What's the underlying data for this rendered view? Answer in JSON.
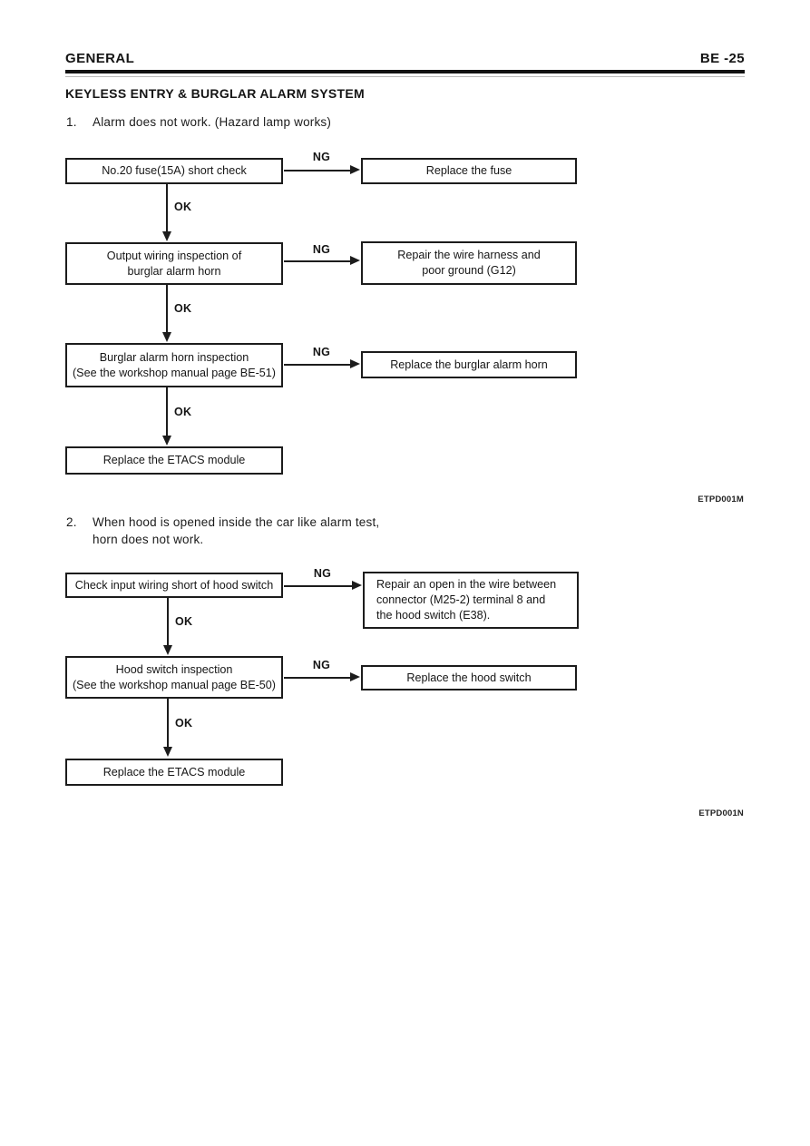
{
  "header": {
    "section": "GENERAL",
    "page_number": "BE -25"
  },
  "title": "KEYLESS ENTRY & BURGLAR ALARM SYSTEM",
  "colors": {
    "ink": "#1b1b1b",
    "paper": "#ffffff"
  },
  "problem1": {
    "number": "1.",
    "lines": [
      "Alarm does not work. (Hazard lamp works)"
    ]
  },
  "problem2": {
    "number": "2.",
    "lines": [
      "When hood is opened inside the car like alarm test,",
      "horn does not work."
    ]
  },
  "flowchart1": {
    "figure_code": "ETPD001M",
    "final_box": "Replace the ETACS module",
    "steps": [
      {
        "check": [
          "No.20 fuse(15A) short check"
        ],
        "ng": "NG",
        "remedy": [
          "Replace the fuse"
        ],
        "ok": "OK"
      },
      {
        "check": [
          "Output wiring inspection of",
          "burglar alarm horn"
        ],
        "ng": "NG",
        "remedy": [
          "Repair the wire harness and",
          "poor ground (G12)"
        ],
        "ok": "OK"
      },
      {
        "check": [
          "Burglar alarm horn inspection",
          "(See the workshop manual page BE-51)"
        ],
        "ng": "NG",
        "remedy": [
          "Replace the burglar alarm horn"
        ],
        "ok": "OK"
      }
    ]
  },
  "flowchart2": {
    "figure_code": "ETPD001N",
    "final_box": "Replace the ETACS module",
    "steps": [
      {
        "check": [
          "Check input wiring short of hood switch"
        ],
        "ng": "NG",
        "remedy": [
          "Repair an open in the wire between",
          "connector (M25-2) terminal 8 and",
          "the hood switch (E38)."
        ],
        "ok": "OK"
      },
      {
        "check": [
          "Hood switch inspection",
          "(See the workshop manual page BE-50)"
        ],
        "ng": "NG",
        "remedy": [
          "Replace the hood switch"
        ],
        "ok": "OK"
      }
    ]
  }
}
